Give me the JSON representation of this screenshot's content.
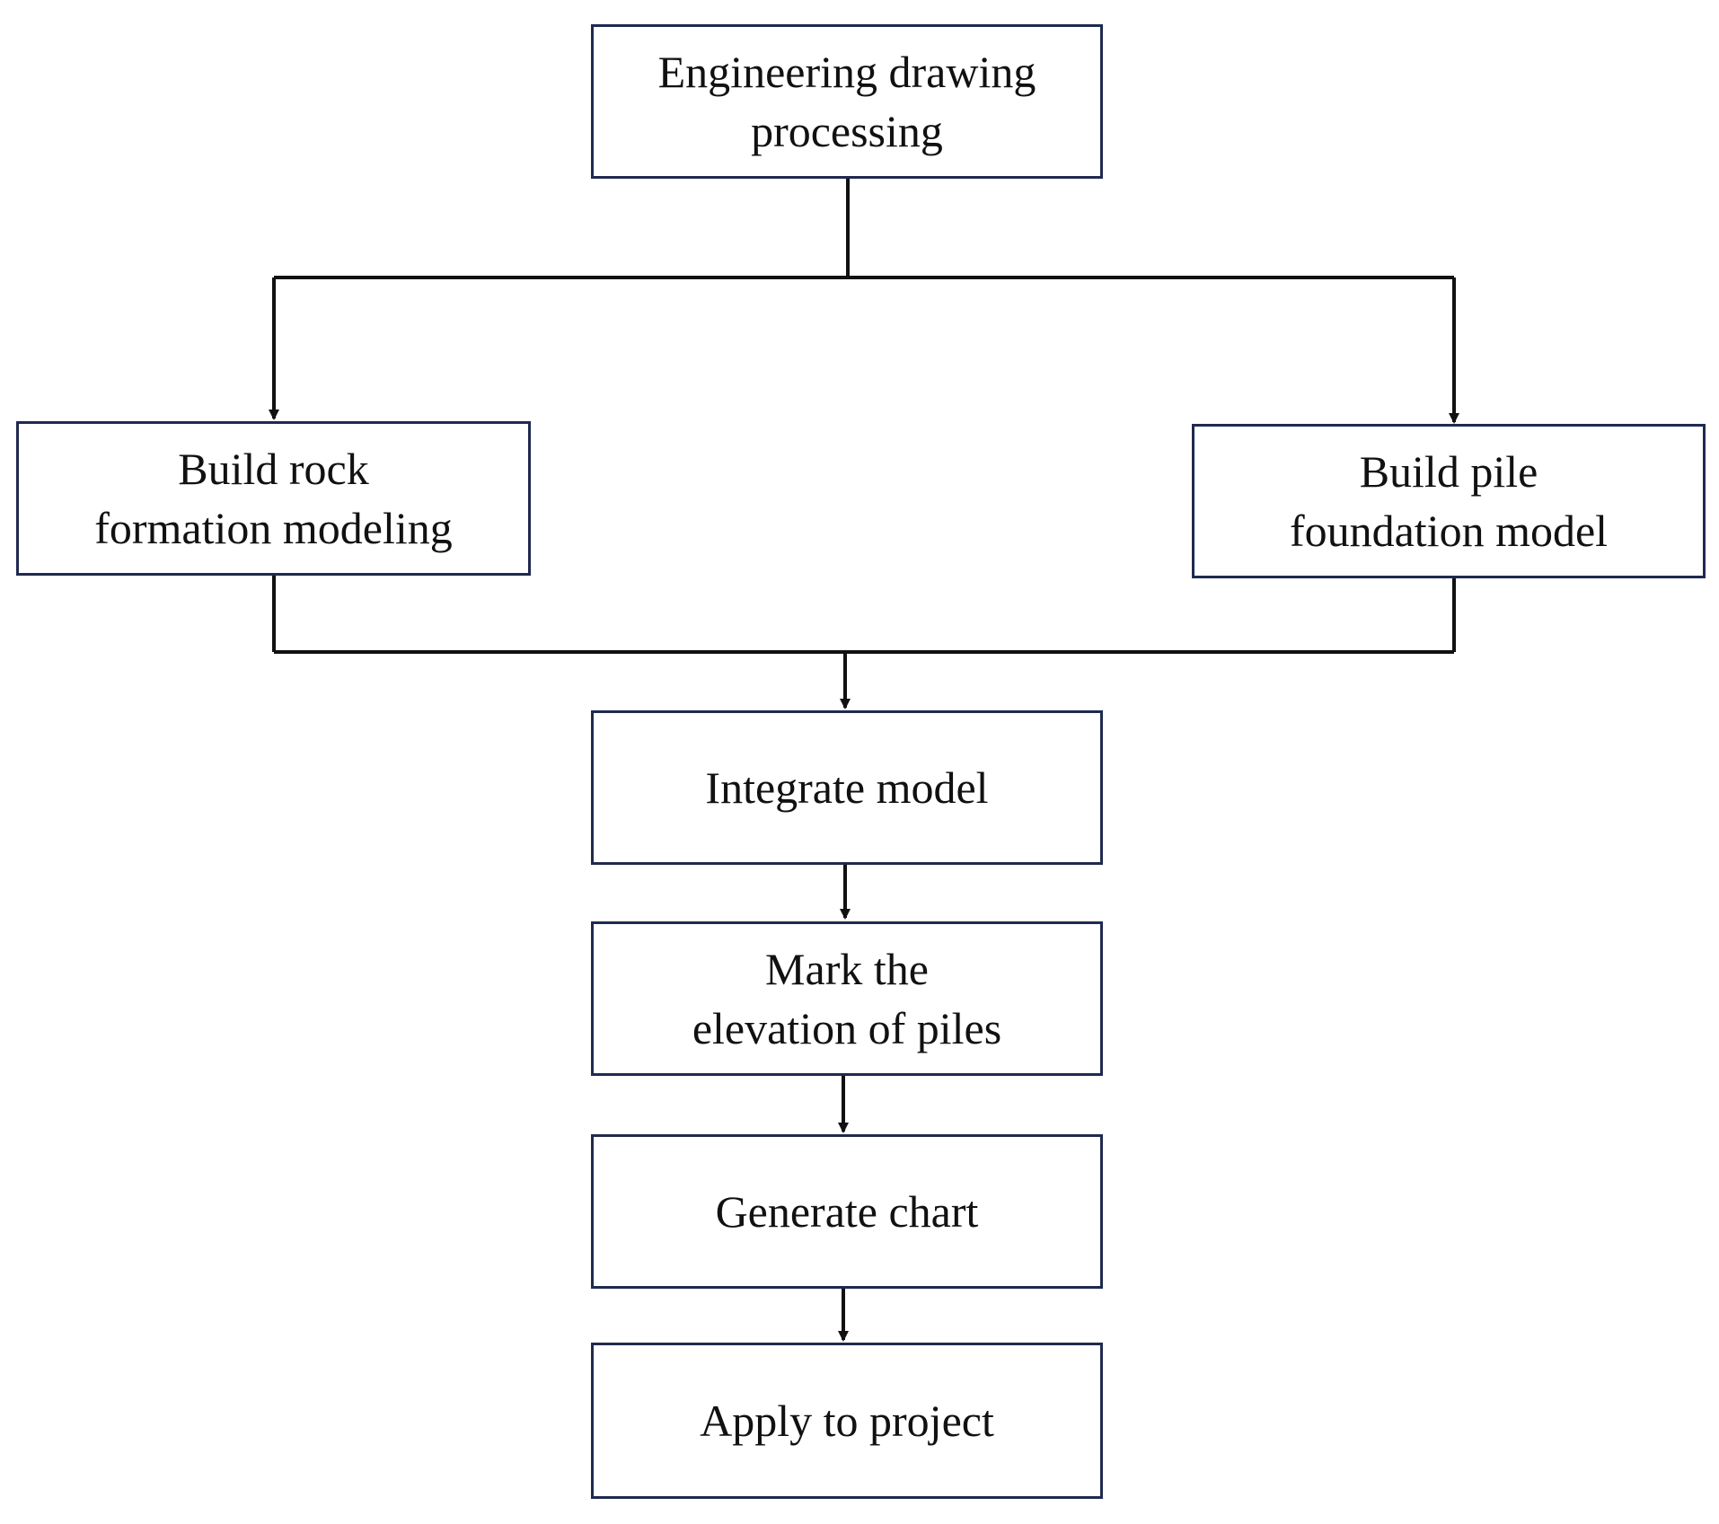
{
  "diagram": {
    "nodes": {
      "engineering_drawing": {
        "label": "Engineering drawing\nprocessing"
      },
      "rock_formation": {
        "label": "Build rock\nformation modeling"
      },
      "pile_foundation": {
        "label": "Build pile\nfoundation model"
      },
      "integrate": {
        "label": "Integrate model"
      },
      "mark_elevation": {
        "label": "Mark the\nelevation of piles"
      },
      "generate_chart": {
        "label": "Generate chart"
      },
      "apply_project": {
        "label": "Apply to project"
      }
    },
    "edges": [
      {
        "from": "engineering_drawing",
        "to": "rock_formation"
      },
      {
        "from": "engineering_drawing",
        "to": "pile_foundation"
      },
      {
        "from": "rock_formation",
        "to": "integrate"
      },
      {
        "from": "pile_foundation",
        "to": "integrate"
      },
      {
        "from": "integrate",
        "to": "mark_elevation"
      },
      {
        "from": "mark_elevation",
        "to": "generate_chart"
      },
      {
        "from": "generate_chart",
        "to": "apply_project"
      }
    ],
    "colors": {
      "box_border": "#1f2a4f",
      "connector": "#111111",
      "text": "#111111"
    }
  }
}
